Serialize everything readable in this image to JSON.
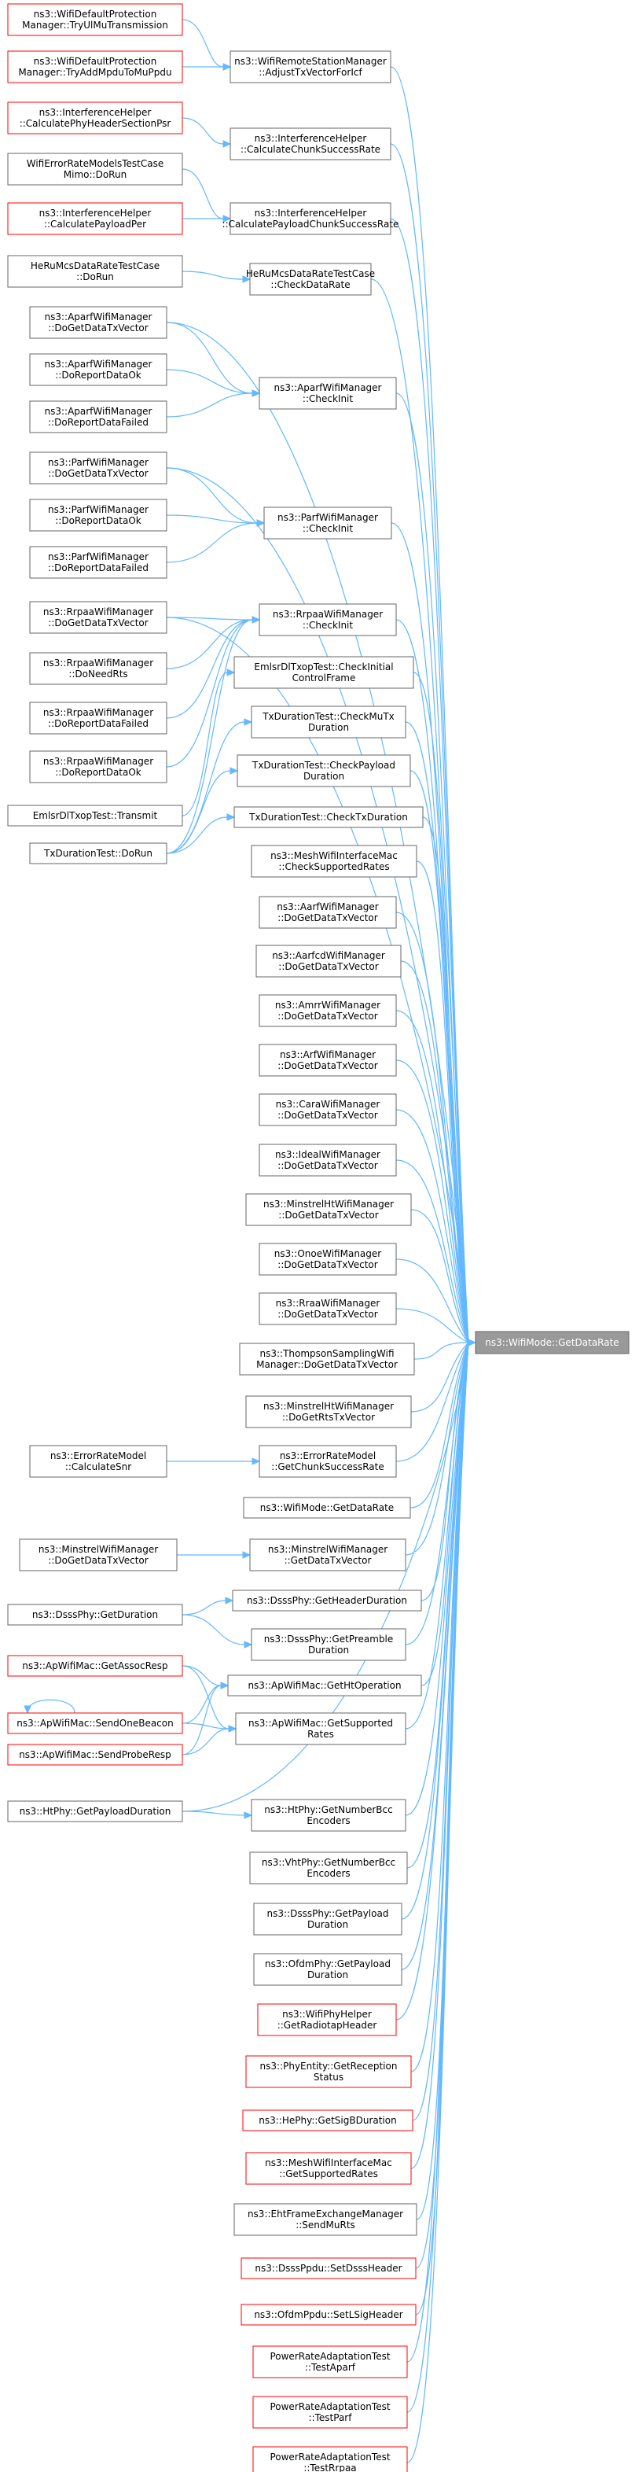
{
  "colors": {
    "edge": "#63b8ff",
    "node_border": "#666666",
    "node_border_undocumented": "#ff0000",
    "target_fill": "#999999",
    "target_text": "#ffffff"
  },
  "target": "t",
  "nodes": [
    {
      "id": "t",
      "lines": [
        "ns3::WifiMode::GetDataRate"
      ],
      "style": "target"
    },
    {
      "id": "L1",
      "lines": [
        "ns3::WifiDefaultProtection",
        "Manager::TryUlMuTransmission"
      ],
      "style": "red"
    },
    {
      "id": "L2",
      "lines": [
        "ns3::WifiDefaultProtection",
        "Manager::TryAddMpduToMuPpdu"
      ],
      "style": "red"
    },
    {
      "id": "L3",
      "lines": [
        "ns3::InterferenceHelper",
        "::CalculatePhyHeaderSectionPsr"
      ],
      "style": "red"
    },
    {
      "id": "L4",
      "lines": [
        "WifiErrorRateModelsTestCase",
        "Mimo::DoRun"
      ],
      "style": "normal"
    },
    {
      "id": "L5",
      "lines": [
        "ns3::InterferenceHelper",
        "::CalculatePayloadPer"
      ],
      "style": "red"
    },
    {
      "id": "L6",
      "lines": [
        "HeRuMcsDataRateTestCase",
        "::DoRun"
      ],
      "style": "normal"
    },
    {
      "id": "L7",
      "lines": [
        "ns3::AparfWifiManager",
        "::DoGetDataTxVector"
      ],
      "style": "normal"
    },
    {
      "id": "L8",
      "lines": [
        "ns3::AparfWifiManager",
        "::DoReportDataOk"
      ],
      "style": "normal"
    },
    {
      "id": "L9",
      "lines": [
        "ns3::AparfWifiManager",
        "::DoReportDataFailed"
      ],
      "style": "normal"
    },
    {
      "id": "L10",
      "lines": [
        "ns3::ParfWifiManager",
        "::DoGetDataTxVector"
      ],
      "style": "normal"
    },
    {
      "id": "L11",
      "lines": [
        "ns3::ParfWifiManager",
        "::DoReportDataOk"
      ],
      "style": "normal"
    },
    {
      "id": "L12",
      "lines": [
        "ns3::ParfWifiManager",
        "::DoReportDataFailed"
      ],
      "style": "normal"
    },
    {
      "id": "L13",
      "lines": [
        "ns3::RrpaaWifiManager",
        "::DoGetDataTxVector"
      ],
      "style": "normal"
    },
    {
      "id": "L14",
      "lines": [
        "ns3::RrpaaWifiManager",
        "::DoNeedRts"
      ],
      "style": "normal"
    },
    {
      "id": "L15",
      "lines": [
        "ns3::RrpaaWifiManager",
        "::DoReportDataFailed"
      ],
      "style": "normal"
    },
    {
      "id": "L16",
      "lines": [
        "ns3::RrpaaWifiManager",
        "::DoReportDataOk"
      ],
      "style": "normal"
    },
    {
      "id": "L17",
      "lines": [
        "EmlsrDlTxopTest::Transmit"
      ],
      "style": "normal"
    },
    {
      "id": "L18",
      "lines": [
        "TxDurationTest::DoRun"
      ],
      "style": "normal"
    },
    {
      "id": "L19",
      "lines": [
        "ns3::ErrorRateModel",
        "::CalculateSnr"
      ],
      "style": "normal"
    },
    {
      "id": "L20",
      "lines": [
        "ns3::MinstrelWifiManager",
        "::DoGetDataTxVector"
      ],
      "style": "normal"
    },
    {
      "id": "L21",
      "lines": [
        "ns3::DsssPhy::GetDuration"
      ],
      "style": "normal"
    },
    {
      "id": "L22",
      "lines": [
        "ns3::ApWifiMac::GetAssocResp"
      ],
      "style": "red"
    },
    {
      "id": "L23",
      "lines": [
        "ns3::ApWifiMac::SendOneBeacon"
      ],
      "style": "red"
    },
    {
      "id": "L24",
      "lines": [
        "ns3::ApWifiMac::SendProbeResp"
      ],
      "style": "red"
    },
    {
      "id": "L25",
      "lines": [
        "ns3::HtPhy::GetPayloadDuration"
      ],
      "style": "normal"
    },
    {
      "id": "M1",
      "lines": [
        "ns3::WifiRemoteStationManager",
        "::AdjustTxVectorForIcf"
      ],
      "style": "normal"
    },
    {
      "id": "M2",
      "lines": [
        "ns3::InterferenceHelper",
        "::CalculateChunkSuccessRate"
      ],
      "style": "normal"
    },
    {
      "id": "M3",
      "lines": [
        "ns3::InterferenceHelper",
        "::CalculatePayloadChunkSuccessRate"
      ],
      "style": "normal"
    },
    {
      "id": "M4",
      "lines": [
        "HeRuMcsDataRateTestCase",
        "::CheckDataRate"
      ],
      "style": "normal"
    },
    {
      "id": "M5",
      "lines": [
        "ns3::AparfWifiManager",
        "::CheckInit"
      ],
      "style": "normal"
    },
    {
      "id": "M6",
      "lines": [
        "ns3::ParfWifiManager",
        "::CheckInit"
      ],
      "style": "normal"
    },
    {
      "id": "M7",
      "lines": [
        "ns3::RrpaaWifiManager",
        "::CheckInit"
      ],
      "style": "normal"
    },
    {
      "id": "M8",
      "lines": [
        "EmlsrDlTxopTest::CheckInitial",
        "ControlFrame"
      ],
      "style": "normal"
    },
    {
      "id": "M9",
      "lines": [
        "TxDurationTest::CheckMuTx",
        "Duration"
      ],
      "style": "normal"
    },
    {
      "id": "M10",
      "lines": [
        "TxDurationTest::CheckPayload",
        "Duration"
      ],
      "style": "normal"
    },
    {
      "id": "M11",
      "lines": [
        "TxDurationTest::CheckTxDuration"
      ],
      "style": "normal"
    },
    {
      "id": "M12",
      "lines": [
        "ns3::MeshWifiInterfaceMac",
        "::CheckSupportedRates"
      ],
      "style": "normal"
    },
    {
      "id": "M13",
      "lines": [
        "ns3::AarfWifiManager",
        "::DoGetDataTxVector"
      ],
      "style": "normal"
    },
    {
      "id": "M14",
      "lines": [
        "ns3::AarfcdWifiManager",
        "::DoGetDataTxVector"
      ],
      "style": "normal"
    },
    {
      "id": "M15",
      "lines": [
        "ns3::AmrrWifiManager",
        "::DoGetDataTxVector"
      ],
      "style": "normal"
    },
    {
      "id": "M16",
      "lines": [
        "ns3::ArfWifiManager",
        "::DoGetDataTxVector"
      ],
      "style": "normal"
    },
    {
      "id": "M17",
      "lines": [
        "ns3::CaraWifiManager",
        "::DoGetDataTxVector"
      ],
      "style": "normal"
    },
    {
      "id": "M18",
      "lines": [
        "ns3::IdealWifiManager",
        "::DoGetDataTxVector"
      ],
      "style": "normal"
    },
    {
      "id": "M19",
      "lines": [
        "ns3::MinstrelHtWifiManager",
        "::DoGetDataTxVector"
      ],
      "style": "normal"
    },
    {
      "id": "M20",
      "lines": [
        "ns3::OnoeWifiManager",
        "::DoGetDataTxVector"
      ],
      "style": "normal"
    },
    {
      "id": "M21",
      "lines": [
        "ns3::RraaWifiManager",
        "::DoGetDataTxVector"
      ],
      "style": "normal"
    },
    {
      "id": "M22",
      "lines": [
        "ns3::ThompsonSamplingWifi",
        "Manager::DoGetDataTxVector"
      ],
      "style": "normal"
    },
    {
      "id": "M23",
      "lines": [
        "ns3::MinstrelHtWifiManager",
        "::DoGetRtsTxVector"
      ],
      "style": "normal"
    },
    {
      "id": "M24",
      "lines": [
        "ns3::ErrorRateModel",
        "::GetChunkSuccessRate"
      ],
      "style": "normal"
    },
    {
      "id": "M25",
      "lines": [
        "ns3::WifiMode::GetDataRate"
      ],
      "style": "normal"
    },
    {
      "id": "M26",
      "lines": [
        "ns3::MinstrelWifiManager",
        "::GetDataTxVector"
      ],
      "style": "normal"
    },
    {
      "id": "M27",
      "lines": [
        "ns3::DsssPhy::GetHeaderDuration"
      ],
      "style": "normal"
    },
    {
      "id": "M28",
      "lines": [
        "ns3::DsssPhy::GetPreamble",
        "Duration"
      ],
      "style": "normal"
    },
    {
      "id": "M29",
      "lines": [
        "ns3::ApWifiMac::GetHtOperation"
      ],
      "style": "normal"
    },
    {
      "id": "M30",
      "lines": [
        "ns3::ApWifiMac::GetSupported",
        "Rates"
      ],
      "style": "normal"
    },
    {
      "id": "M31",
      "lines": [
        "ns3::HtPhy::GetNumberBcc",
        "Encoders"
      ],
      "style": "normal"
    },
    {
      "id": "M32",
      "lines": [
        "ns3::VhtPhy::GetNumberBcc",
        "Encoders"
      ],
      "style": "normal"
    },
    {
      "id": "M33",
      "lines": [
        "ns3::DsssPhy::GetPayload",
        "Duration"
      ],
      "style": "normal"
    },
    {
      "id": "M34",
      "lines": [
        "ns3::OfdmPhy::GetPayload",
        "Duration"
      ],
      "style": "normal"
    },
    {
      "id": "M35",
      "lines": [
        "ns3::WifiPhyHelper",
        "::GetRadiotapHeader"
      ],
      "style": "red"
    },
    {
      "id": "M36",
      "lines": [
        "ns3::PhyEntity::GetReception",
        "Status"
      ],
      "style": "red"
    },
    {
      "id": "M37",
      "lines": [
        "ns3::HePhy::GetSigBDuration"
      ],
      "style": "red"
    },
    {
      "id": "M38",
      "lines": [
        "ns3::MeshWifiInterfaceMac",
        "::GetSupportedRates"
      ],
      "style": "red"
    },
    {
      "id": "M39",
      "lines": [
        "ns3::EhtFrameExchangeManager",
        "::SendMuRts"
      ],
      "style": "normal"
    },
    {
      "id": "M40",
      "lines": [
        "ns3::DsssPpdu::SetDsssHeader"
      ],
      "style": "red"
    },
    {
      "id": "M41",
      "lines": [
        "ns3::OfdmPpdu::SetLSigHeader"
      ],
      "style": "red"
    },
    {
      "id": "M42",
      "lines": [
        "PowerRateAdaptationTest",
        "::TestAparf"
      ],
      "style": "red"
    },
    {
      "id": "M43",
      "lines": [
        "PowerRateAdaptationTest",
        "::TestParf"
      ],
      "style": "red"
    },
    {
      "id": "M44",
      "lines": [
        "PowerRateAdaptationTest",
        "::TestRrpaa"
      ],
      "style": "red"
    }
  ]
}
